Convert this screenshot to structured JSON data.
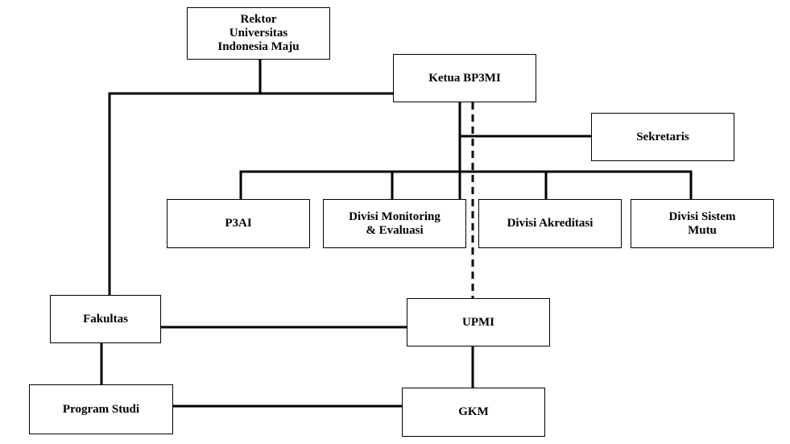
{
  "org_chart": {
    "rektor": "Rektor\nUniversitas\nIndonesia Maju",
    "ketua": "Ketua BP3MI",
    "sekretaris": "Sekretaris",
    "p3ai": "P3AI",
    "monev": "Divisi Monitoring\n& Evaluasi",
    "akreditasi": "Divisi Akreditasi",
    "sistem_mutu": "Divisi Sistem\nMutu",
    "fakultas": "Fakultas",
    "upmi": "UPMI",
    "program_studi": "Program Studi",
    "gkm": "GKM"
  },
  "colors": {
    "line": "#000000",
    "box_border": "#000000",
    "background": "#ffffff"
  },
  "connectors": {
    "solid": [
      [
        "rektor",
        "ketua"
      ],
      [
        "rektor",
        "fakultas"
      ],
      [
        "ketua",
        "sekretaris"
      ],
      [
        "ketua",
        "p3ai"
      ],
      [
        "ketua",
        "monev"
      ],
      [
        "ketua",
        "akreditasi"
      ],
      [
        "ketua",
        "sistem_mutu"
      ],
      [
        "fakultas",
        "upmi"
      ],
      [
        "fakultas",
        "program_studi"
      ],
      [
        "upmi",
        "gkm"
      ],
      [
        "program_studi",
        "gkm"
      ]
    ],
    "dashed": [
      [
        "ketua",
        "upmi"
      ]
    ]
  }
}
